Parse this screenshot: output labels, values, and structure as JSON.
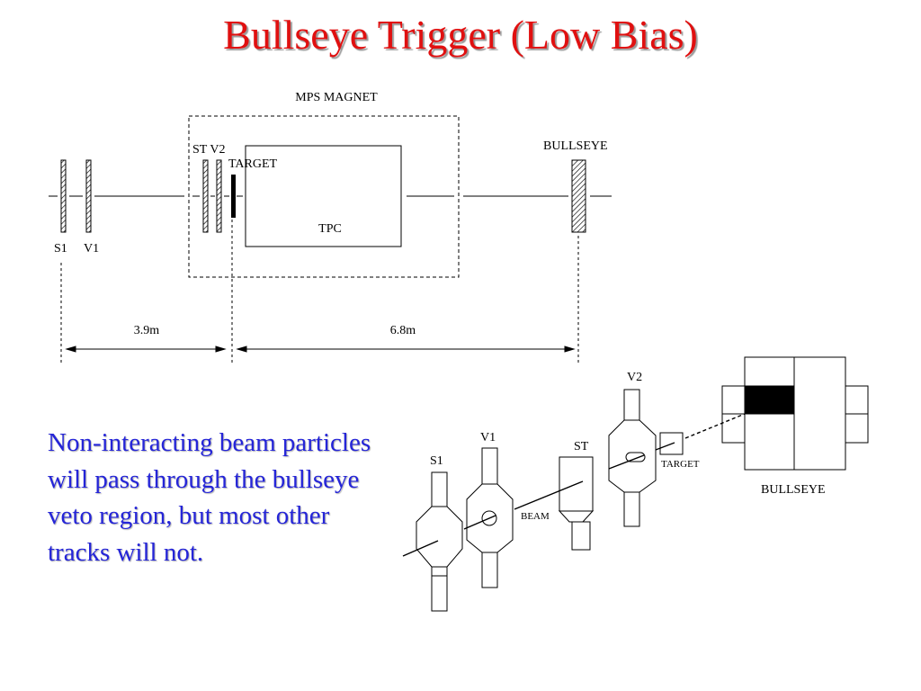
{
  "slide": {
    "title": "Bullseye Trigger (Low Bias)",
    "body_text": "Non-interacting beam particles will pass through the bullseye veto region, but most other tracks will not.",
    "title_color": "#e01010",
    "body_color": "#2525d8"
  },
  "top_diagram": {
    "magnet_label": "MPS  MAGNET",
    "st_v2_label": "ST V2",
    "target_label": "TARGET",
    "tpc_label": "TPC",
    "bullseye_label": "BULLSEYE",
    "s1_label": "S1",
    "v1_label": "V1",
    "distance_1": "3.9m",
    "distance_2": "6.8m"
  },
  "bottom_diagram": {
    "s1_label": "S1",
    "v1_label": "V1",
    "st_label": "ST",
    "v2_label": "V2",
    "beam_label": "BEAM",
    "target_label": "TARGET",
    "bullseye_label": "BULLSEYE"
  }
}
